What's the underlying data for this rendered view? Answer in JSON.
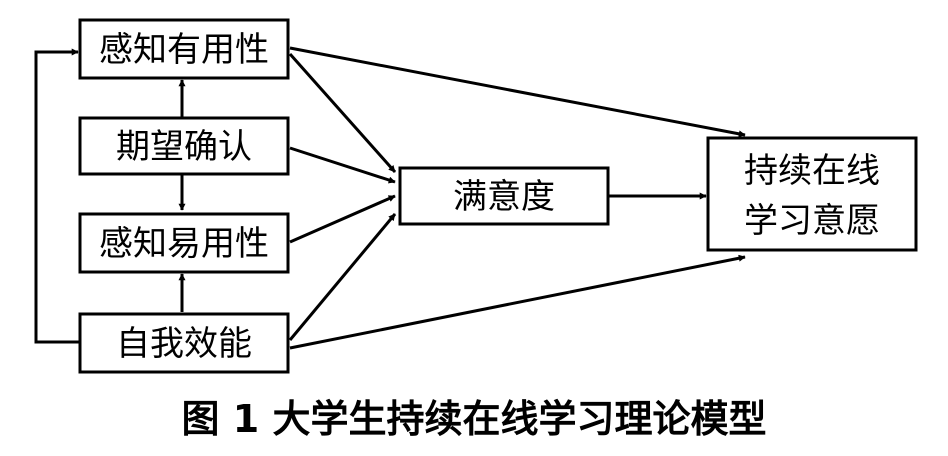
{
  "nodes": {
    "perceived_usefulness": "感知有用性",
    "expectation_confirmation": "期望确认",
    "perceived_ease_of_use": "感知易用性",
    "self_efficacy": "自我效能",
    "satisfaction": "满意度",
    "continuance_intention_line1": "持续在线",
    "continuance_intention_line2": "学习意愿"
  },
  "edges": [
    {
      "from": "expectation_confirmation",
      "to": "perceived_usefulness"
    },
    {
      "from": "expectation_confirmation",
      "to": "perceived_ease_of_use"
    },
    {
      "from": "self_efficacy",
      "to": "perceived_ease_of_use"
    },
    {
      "from": "self_efficacy",
      "to": "perceived_usefulness"
    },
    {
      "from": "perceived_usefulness",
      "to": "satisfaction"
    },
    {
      "from": "expectation_confirmation",
      "to": "satisfaction"
    },
    {
      "from": "perceived_ease_of_use",
      "to": "satisfaction"
    },
    {
      "from": "self_efficacy",
      "to": "satisfaction"
    },
    {
      "from": "perceived_usefulness",
      "to": "continuance_intention"
    },
    {
      "from": "satisfaction",
      "to": "continuance_intention"
    },
    {
      "from": "self_efficacy",
      "to": "continuance_intention"
    }
  ],
  "caption": "图 1  大学生持续在线学习理论模型"
}
